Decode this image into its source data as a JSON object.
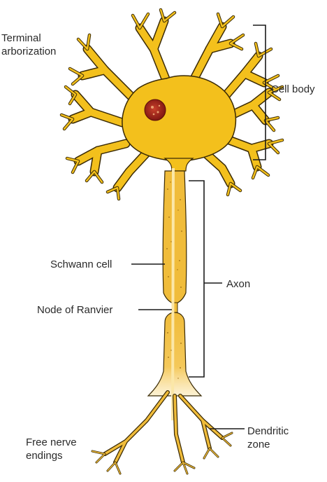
{
  "labels": {
    "terminal_arborization": [
      "Terminal",
      "arborization"
    ],
    "cell_body": "Cell body",
    "schwann_cell": "Schwann cell",
    "node_of_ranvier": "Node of Ranvier",
    "axon": "Axon",
    "dendritic_zone": [
      "Dendritic",
      "zone"
    ],
    "free_nerve_endings": [
      "Free nerve",
      "endings"
    ]
  },
  "colors": {
    "cell_fill": "#f3c01c",
    "cell_outline": "#3a2a05",
    "axon_fill": "#f0bc3a",
    "axon_light": "#fbe7a8",
    "nucleus": "#a8281c",
    "leader_line": "#1a1a1a"
  }
}
